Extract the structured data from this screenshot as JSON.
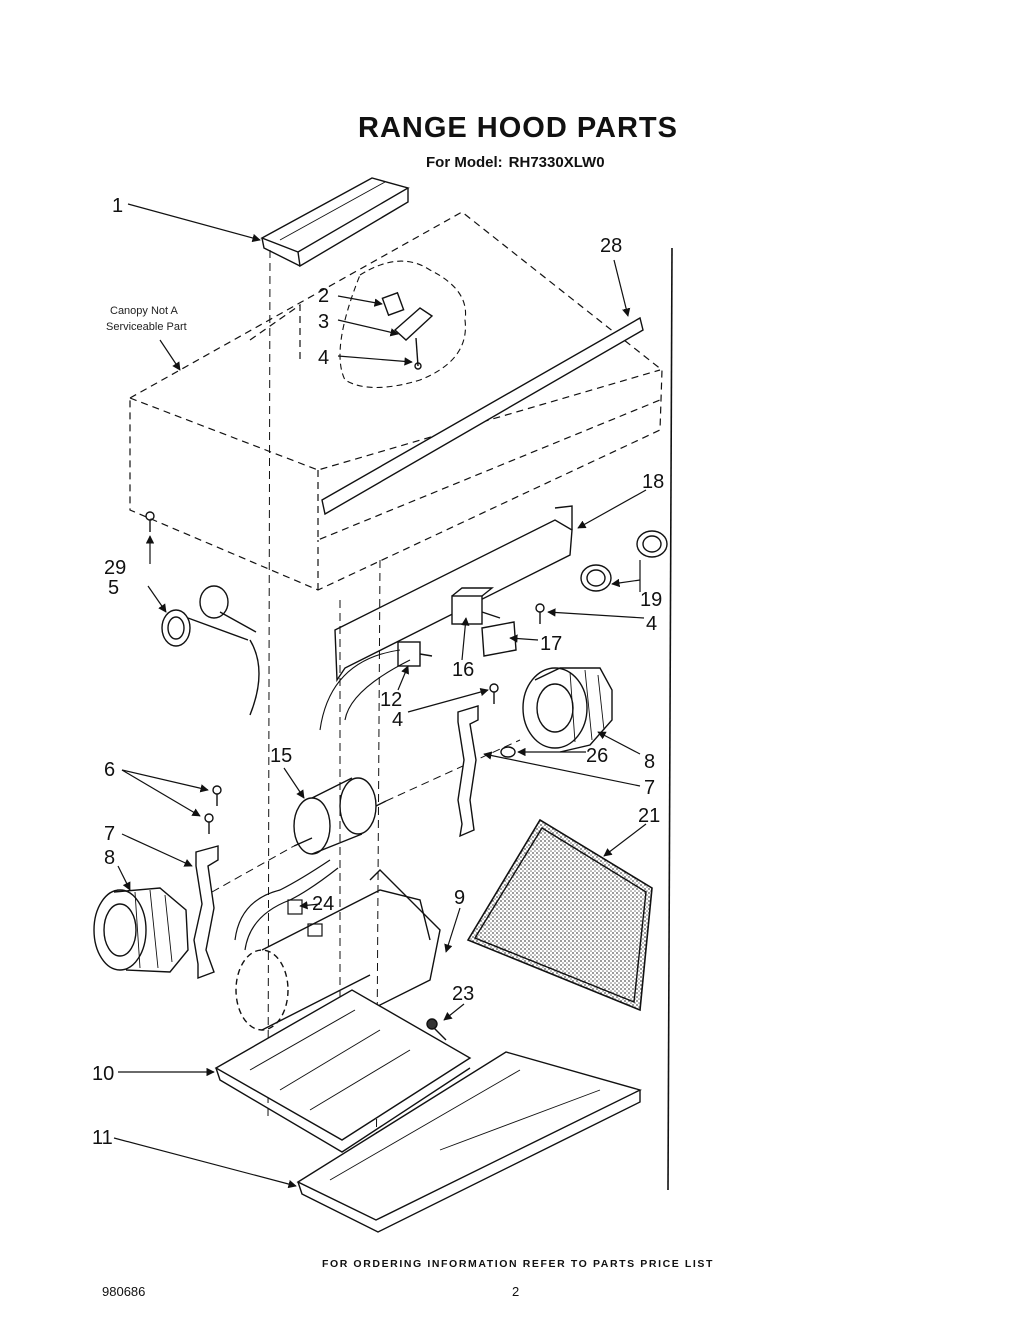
{
  "title": "RANGE HOOD PARTS",
  "subtitle": {
    "prefix": "For Model:",
    "model": "RH7330XLW0"
  },
  "canopy_note": {
    "line1": "Canopy Not A",
    "line2": "Serviceable Part"
  },
  "callouts": {
    "c1": "1",
    "c2": "2",
    "c3": "3",
    "c4a": "4",
    "c4b": "4",
    "c4c": "4",
    "c5": "5",
    "c6": "6",
    "c7a": "7",
    "c7b": "7",
    "c8a": "8",
    "c8b": "8",
    "c9": "9",
    "c10": "10",
    "c11": "11",
    "c12": "12",
    "c15": "15",
    "c16": "16",
    "c17": "17",
    "c18": "18",
    "c19": "19",
    "c21": "21",
    "c23": "23",
    "c24": "24",
    "c26": "26",
    "c28": "28",
    "c29": "29"
  },
  "footer": "FOR ORDERING INFORMATION REFER TO PARTS PRICE LIST",
  "doc_number": "980686",
  "page_number": "2",
  "colors": {
    "ink": "#111111",
    "filter_mesh": "#7a7a7a"
  }
}
